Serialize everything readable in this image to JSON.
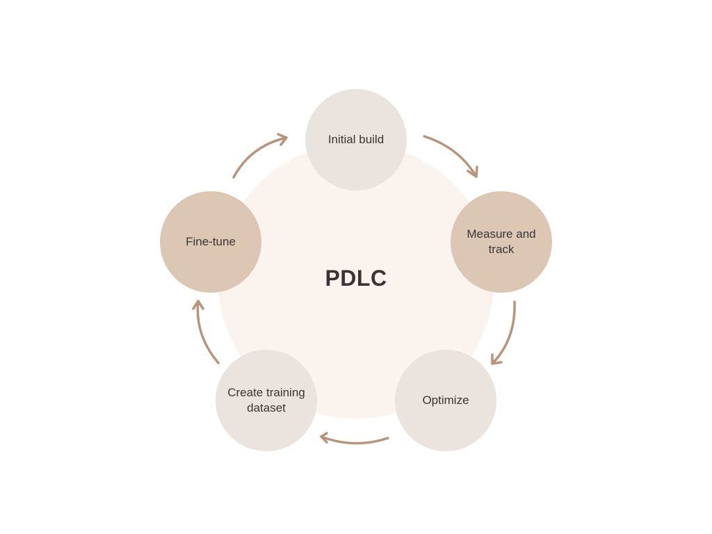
{
  "diagram": {
    "title": "PDLC",
    "stages": [
      {
        "label": "Initial build",
        "tone": "light"
      },
      {
        "label": "Measure and track",
        "tone": "dark"
      },
      {
        "label": "Optimize",
        "tone": "light"
      },
      {
        "label": "Create training dataset",
        "tone": "light"
      },
      {
        "label": "Fine-tune",
        "tone": "dark"
      }
    ]
  },
  "colors": {
    "center_disc": "#fbf3ee",
    "stage_light": "#ebe4de",
    "stage_dark": "#dcc7b5",
    "arrow": "#b8957a",
    "text": "#3a3534"
  }
}
